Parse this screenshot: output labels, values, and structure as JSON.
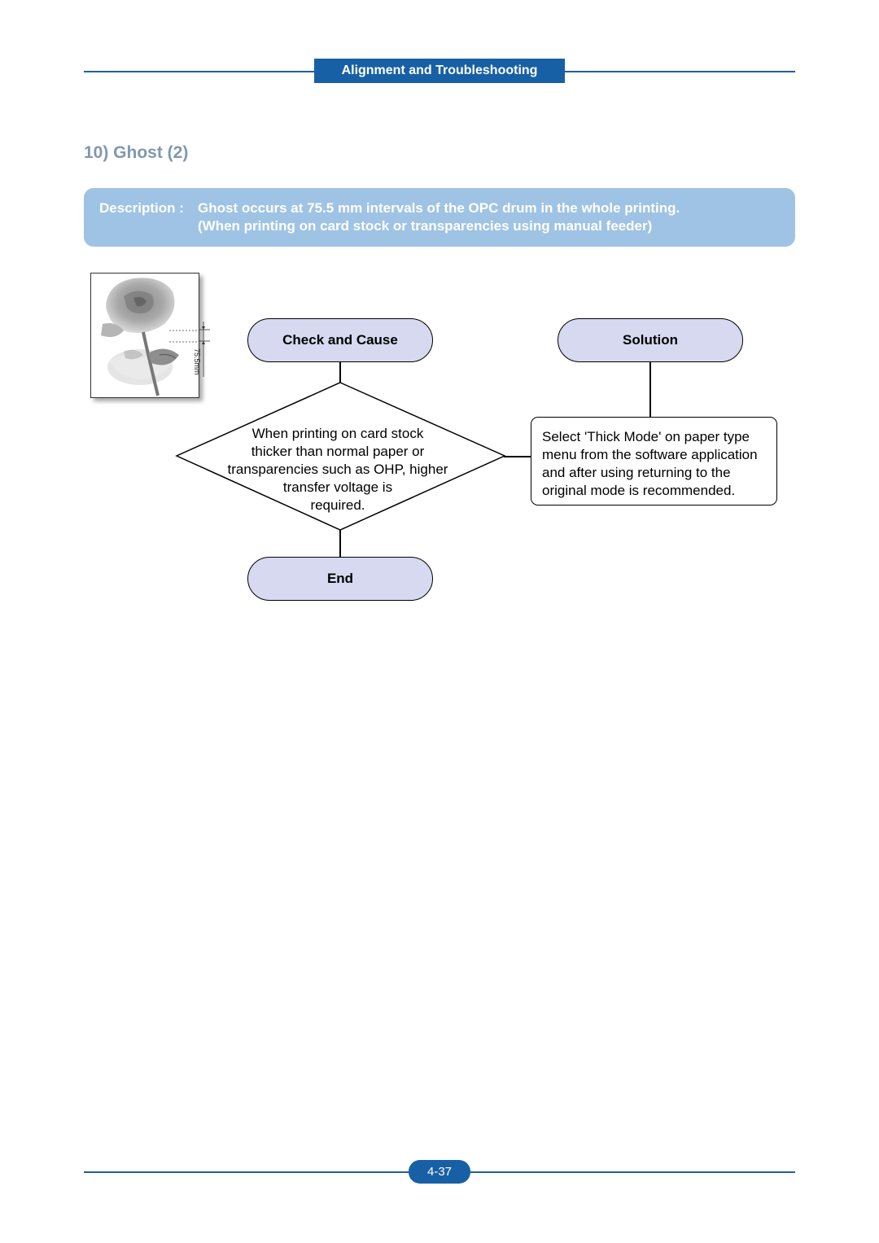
{
  "header": {
    "section_tab": "Alignment and Troubleshooting"
  },
  "page": {
    "title": "10) Ghost (2)",
    "number": "4-37"
  },
  "description": {
    "label": "Description :",
    "line1": "Ghost occurs at 75.5 mm intervals of the OPC drum in the whole printing.",
    "line2": "(When printing on card stock or transparencies using manual feeder)"
  },
  "sample_image": {
    "interval_label": "75.5mm"
  },
  "flowchart": {
    "check_and_cause": "Check and Cause",
    "solution": "Solution",
    "end": "End",
    "decision_lines": [
      "When printing on card stock",
      "thicker than normal paper or",
      "transparencies such as OHP, higher",
      "transfer voltage is",
      "required."
    ],
    "solution_lines": [
      "Select 'Thick Mode' on paper type",
      "menu from the software application",
      "and after using returning to the",
      "original mode is recommended."
    ]
  },
  "colors": {
    "header_blue": "#1860a5",
    "title_gray": "#7f98ad",
    "description_bg": "#9fc3e4",
    "pill_fill": "#d6d9ef"
  }
}
